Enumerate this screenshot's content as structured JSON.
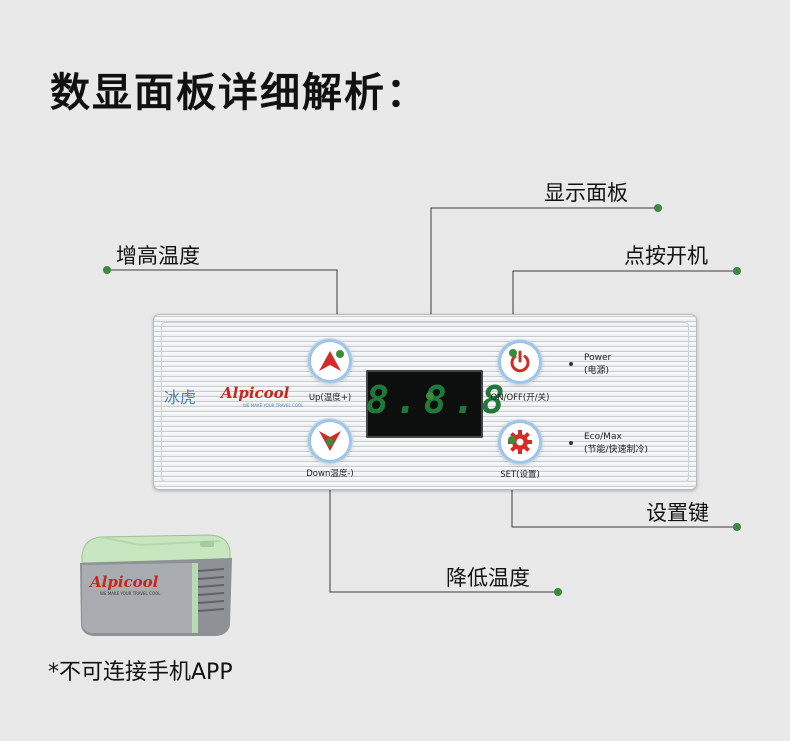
{
  "heading": "数显面板详细解析：",
  "callouts": {
    "display_panel": "显示面板",
    "temp_up": "增高温度",
    "power_on": "点按开机",
    "set_key": "设置键",
    "temp_down": "降低温度"
  },
  "panel": {
    "brand_cn": "冰虎",
    "brand_en": "Alpicool",
    "brand_tagline": "WE MAKE YOUR TRAVEL COOL",
    "display_value": "8.8.8",
    "up_label": "Up(温度+)",
    "down_label": "Down温度-)",
    "onoff_label": "ON/OFF(开/关)",
    "set_label": "SET(设置)",
    "power_indicator_title": "Power",
    "power_indicator_sub": "(电源)",
    "eco_indicator_title": "Eco/Max",
    "eco_indicator_sub": "(节能/快速制冷)"
  },
  "product": {
    "brand": "Alpicool",
    "tagline": "WE MAKE YOUR TRAVEL COOL"
  },
  "note": "*不可连接手机APP",
  "colors": {
    "background": "#e9e9e9",
    "leader_dot": "#3b8a3e",
    "button_red": "#d52b25",
    "button_ring": "#9fc6e8",
    "display_digits": "#1f7a3a"
  }
}
